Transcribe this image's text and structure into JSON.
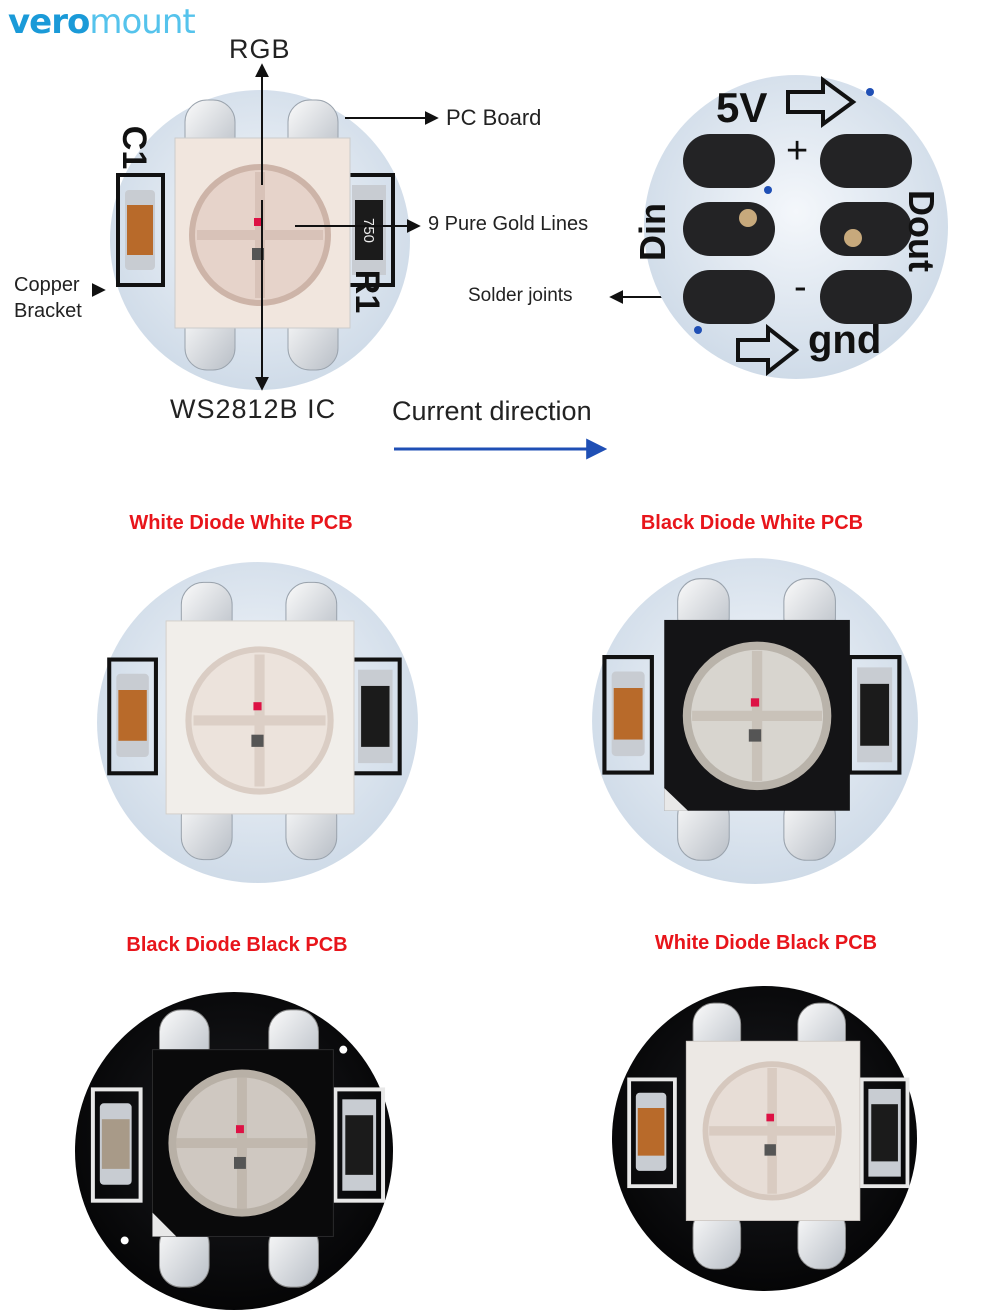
{
  "brand": {
    "part1": "vero",
    "part2": "mount",
    "color_primary": "#1a9ad8",
    "color_secondary": "#55c3ec"
  },
  "diagram": {
    "labels": {
      "rgb": "RGB",
      "pc_board": "PC Board",
      "gold_lines": "9 Pure Gold Lines",
      "copper_bracket_line1": "Copper",
      "copper_bracket_line2": "Bracket",
      "ic": "WS2812B IC",
      "solder_joints": "Solder joints",
      "current_direction": "Current direction"
    },
    "back_side": {
      "v5": "5V",
      "plus": "+",
      "minus": "-",
      "din": "Din",
      "dout": "Dout",
      "gnd": "gnd"
    },
    "component_marks": {
      "cap": "C1",
      "res": "R1",
      "res_value": "750"
    }
  },
  "variants": [
    {
      "title": "White Diode White PCB",
      "diode": "white",
      "pcb": "white"
    },
    {
      "title": "Black Diode White PCB",
      "diode": "black",
      "pcb": "white"
    },
    {
      "title": "Black Diode Black PCB",
      "diode": "black",
      "pcb": "black"
    },
    {
      "title": "White Diode Black PCB",
      "diode": "white",
      "pcb": "black"
    }
  ],
  "colors": {
    "title_red": "#e8151b",
    "arrow_blue": "#1f4fb5",
    "pcb_white": "#e4ebf2",
    "pcb_black": "#0d0d0f"
  }
}
